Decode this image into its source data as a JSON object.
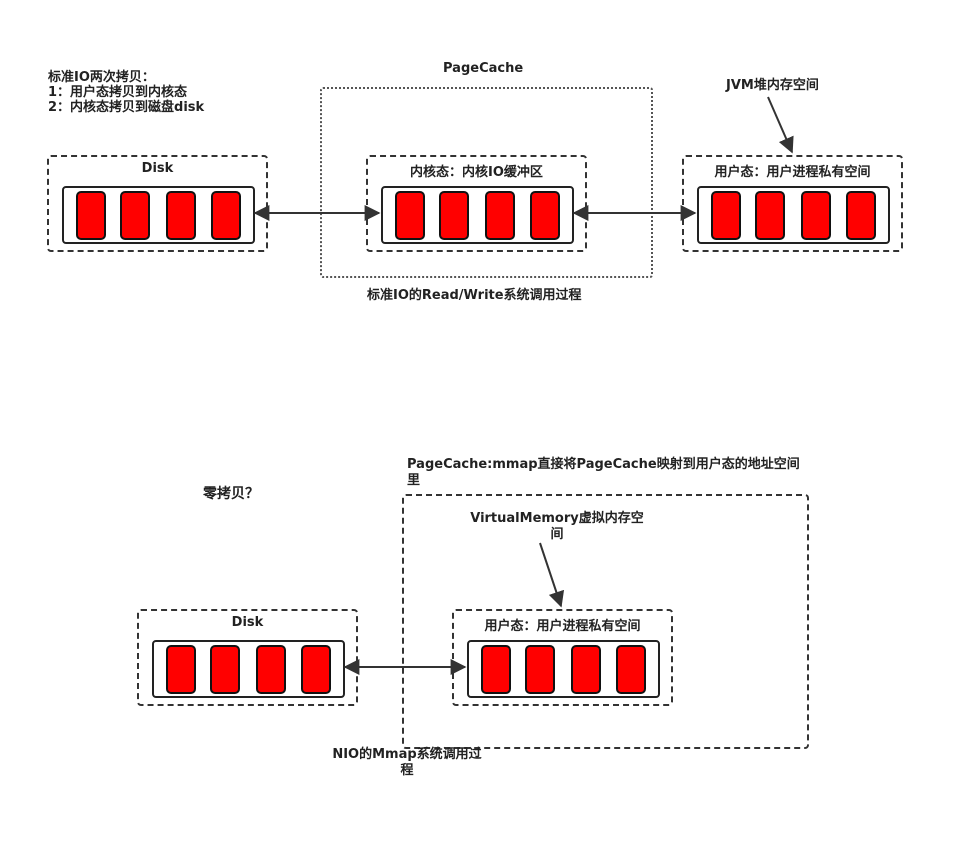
{
  "colors": {
    "block_fill": "#ff0000",
    "stroke": "#333333"
  },
  "top": {
    "note_lines": [
      "标准IO两次拷贝：",
      "1：用户态拷贝到内核态",
      "2：内核态拷贝到磁盘disk"
    ],
    "pagecache_label": "PageCache",
    "disk_label": "Disk",
    "kernel_label": "内核态：内核IO缓冲区",
    "jvm_label": "JVM堆内存空间",
    "user_label": "用户态：用户进程私有空间",
    "caption": "标准IO的Read/Write系统调用过程"
  },
  "bottom": {
    "zero_copy_label": "零拷贝？",
    "pagecache_label": "PageCache:mmap直接将PageCache映射到用户态的地址空间里",
    "virtual_memory_label": "VirtualMemory虚拟内存空间",
    "disk_label": "Disk",
    "user_label": "用户态：用户进程私有空间",
    "caption": "NIO的Mmap系统调用过程"
  }
}
